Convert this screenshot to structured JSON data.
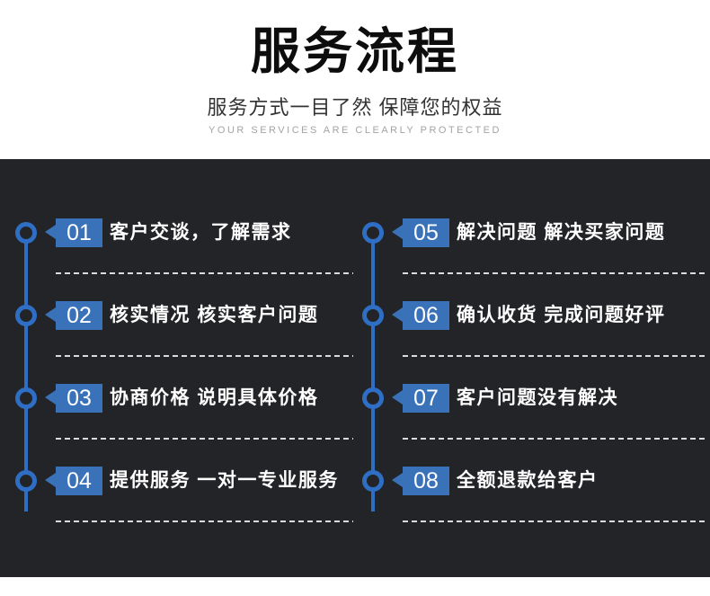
{
  "header": {
    "title": "服务流程",
    "subtitle": "服务方式一目了然 保障您的权益",
    "subtitle_en": "YOUR SERVICES ARE CLEARLY PROTECTED"
  },
  "colors": {
    "panel_background": "#232428",
    "badge_blue": "#3a72ba",
    "timeline_blue": "#2e6fc5",
    "step_text": "#ffffff",
    "divider_dash": "#d9dbde",
    "title_black": "#0d0d0d",
    "subtitle_en_gray": "#a3a3a3"
  },
  "steps": {
    "left": [
      {
        "num": "01",
        "label": "客户交谈，了解需求"
      },
      {
        "num": "02",
        "label": "核实情况 核实客户问题"
      },
      {
        "num": "03",
        "label": "协商价格 说明具体价格"
      },
      {
        "num": "04",
        "label": "提供服务 一对一专业服务"
      }
    ],
    "right": [
      {
        "num": "05",
        "label": "解决问题 解决买家问题"
      },
      {
        "num": "06",
        "label": "确认收货 完成问题好评"
      },
      {
        "num": "07",
        "label": "客户问题没有解决"
      },
      {
        "num": "08",
        "label": "全额退款给客户"
      }
    ]
  }
}
